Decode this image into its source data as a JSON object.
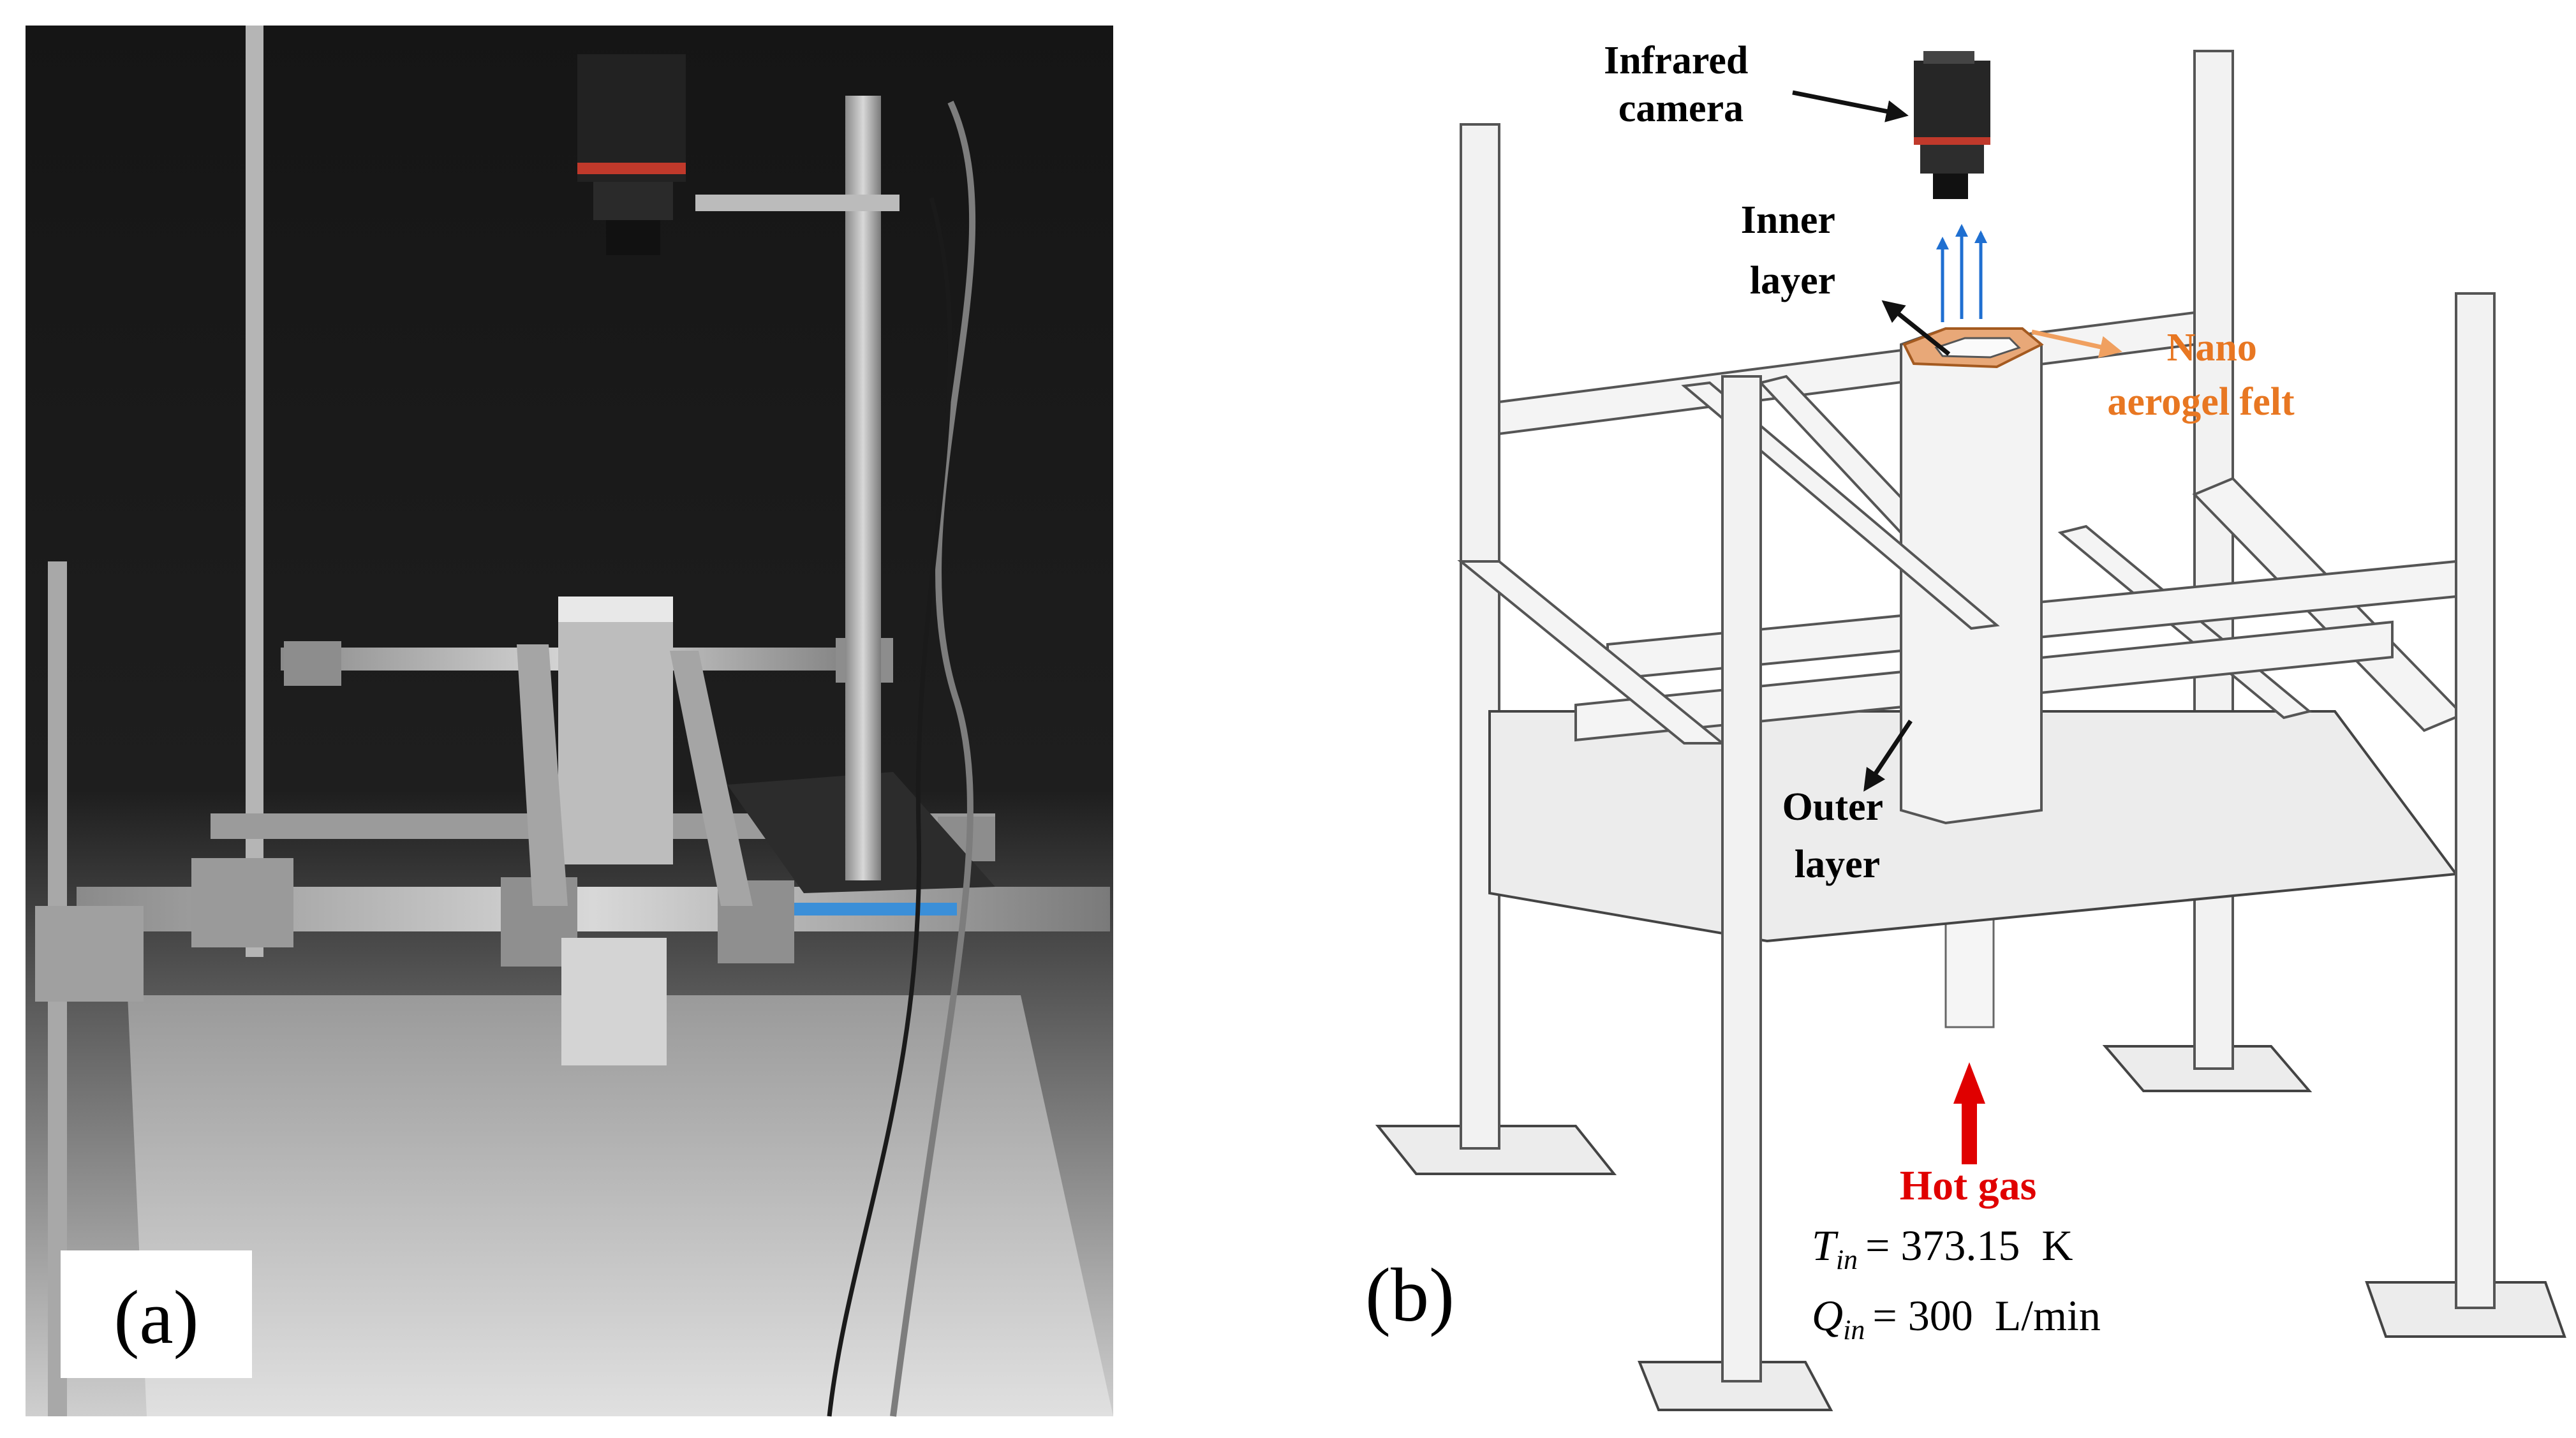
{
  "panel_a": {
    "label": "(a)"
  },
  "panel_b": {
    "label": "(b)",
    "infrared_camera": {
      "line1": "Infrared",
      "line2": "camera"
    },
    "inner_layer": {
      "line1": "Inner",
      "line2": "layer"
    },
    "nano_aerogel": {
      "line1": "Nano",
      "line2": "aerogel felt",
      "color": "#e87722"
    },
    "outer_layer": {
      "line1": "Outer",
      "line2": "layer"
    },
    "hot_gas": {
      "label": "Hot gas",
      "color": "#e00000"
    },
    "tin": {
      "symbol": "T",
      "sub": "in",
      "value": "= 373.15  K"
    },
    "qin": {
      "symbol": "Q",
      "sub": "in",
      "value": "= 300  L/min"
    },
    "flow_arrow_color": "#1f6fd1"
  }
}
